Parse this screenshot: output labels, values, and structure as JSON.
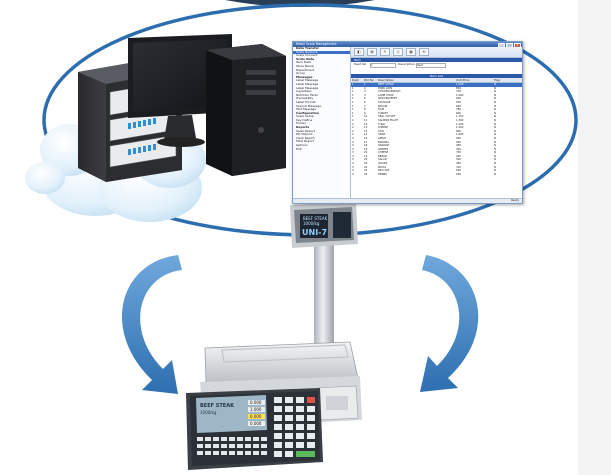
{
  "colors": {
    "ellipse_stroke": "#2c6db0",
    "arrow_fill": "#3d7fbf",
    "window_title": "#2f5fa9",
    "pole": "#cfd3d8",
    "cloud": "#d8ecf8"
  },
  "icons": [
    "server-rack-icon",
    "desktop-monitor-icon",
    "tower-pc-icon",
    "cloud-icon",
    "curved-arrow-left-icon",
    "curved-arrow-right-icon",
    "label-scale-icon"
  ],
  "window": {
    "title": "Retail Scale Management",
    "controls": [
      "_",
      "□",
      "x"
    ],
    "toolbar": [
      "◧",
      "▤",
      "✎",
      "⎙",
      "▦",
      "⟲"
    ],
    "tree": [
      {
        "label": "Data Transfer",
        "type": "group"
      },
      {
        "label": "Scale Network",
        "type": "selected"
      },
      {
        "label": "Scale Connect",
        "type": "item"
      },
      {
        "label": "Scale Data",
        "type": "group"
      },
      {
        "label": "Item Data",
        "type": "item"
      },
      {
        "label": "Store Name",
        "type": "item"
      },
      {
        "label": "Department",
        "type": "item"
      },
      {
        "label": "Group",
        "type": "item"
      },
      {
        "label": "Messages",
        "type": "group"
      },
      {
        "label": "Label Message",
        "type": "item"
      },
      {
        "label": "Label Message",
        "type": "item"
      },
      {
        "label": "Label Message",
        "type": "item"
      },
      {
        "label": "Ingredient",
        "type": "item"
      },
      {
        "label": "Nutrition Facts",
        "type": "item"
      },
      {
        "label": "Traceability",
        "type": "item"
      },
      {
        "label": "Label Format",
        "type": "item"
      },
      {
        "label": "Special Message",
        "type": "item"
      },
      {
        "label": "Text Message",
        "type": "item"
      },
      {
        "label": "Configuration",
        "type": "group"
      },
      {
        "label": "Scale Setup",
        "type": "item"
      },
      {
        "label": "Key Define",
        "type": "item"
      },
      {
        "label": "Printer",
        "type": "item"
      },
      {
        "label": "Reports",
        "type": "group"
      },
      {
        "label": "Sales Report",
        "type": "item"
      },
      {
        "label": "PLU Report",
        "type": "item"
      },
      {
        "label": "Clerk Report",
        "type": "item"
      },
      {
        "label": "Total Report",
        "type": "item"
      },
      {
        "label": "Options",
        "type": "item"
      },
      {
        "label": "Exit",
        "type": "item"
      }
    ],
    "header_bar": "Item",
    "fields": [
      "Dept No",
      "1",
      "Description",
      "Item"
    ],
    "table_title": "Item List",
    "columns": [
      "Dept",
      "PLU No",
      "Description",
      "Unit Price",
      "Flag"
    ],
    "rows": [
      [
        "1",
        "1",
        "BEEF STEAK",
        "1,000",
        "N"
      ],
      [
        "1",
        "2",
        "PORK LOIN",
        "850",
        "N"
      ],
      [
        "1",
        "3",
        "CHICKEN BREAST",
        "720",
        "N"
      ],
      [
        "1",
        "4",
        "LAMB CHOP",
        "1,200",
        "N"
      ],
      [
        "1",
        "5",
        "GROUND BEEF",
        "640",
        "N"
      ],
      [
        "1",
        "6",
        "SAUSAGE",
        "550",
        "N"
      ],
      [
        "1",
        "7",
        "BACON",
        "690",
        "N"
      ],
      [
        "1",
        "8",
        "HAM",
        "780",
        "N"
      ],
      [
        "1",
        "9",
        "TURKEY",
        "600",
        "N"
      ],
      [
        "1",
        "10",
        "VEAL CUTLET",
        "1,150",
        "N"
      ],
      [
        "2",
        "11",
        "SALMON FILLET",
        "1,300",
        "N"
      ],
      [
        "2",
        "12",
        "TUNA",
        "1,100",
        "N"
      ],
      [
        "2",
        "13",
        "SHRIMP",
        "1,400",
        "N"
      ],
      [
        "2",
        "14",
        "COD",
        "900",
        "N"
      ],
      [
        "2",
        "15",
        "CRAB",
        "1,600",
        "N"
      ],
      [
        "3",
        "16",
        "APPLE",
        "300",
        "N"
      ],
      [
        "3",
        "17",
        "BANANA",
        "250",
        "N"
      ],
      [
        "3",
        "18",
        "ORANGE",
        "280",
        "N"
      ],
      [
        "3",
        "19",
        "GRAPES",
        "420",
        "N"
      ],
      [
        "3",
        "20",
        "CHEESE",
        "750",
        "N"
      ],
      [
        "3",
        "21",
        "BREAD",
        "200",
        "N"
      ],
      [
        "3",
        "22",
        "SALAD",
        "350",
        "N"
      ],
      [
        "3",
        "23",
        "OLIVES",
        "460",
        "N"
      ],
      [
        "3",
        "24",
        "PASTA",
        "310",
        "N"
      ],
      [
        "3",
        "25",
        "DELI MIX",
        "520",
        "N"
      ],
      [
        "3",
        "26",
        "HERBS",
        "180",
        "N"
      ]
    ],
    "status": "Ready"
  },
  "scale_display": {
    "line1": "BEEF STEAK",
    "line2": "1000/kg",
    "big": "UNI-7"
  },
  "scale_panel": {
    "line1": "BEEF STEAK",
    "line2": "1000/kg",
    "values": [
      "0.000",
      "1.000",
      "0.000",
      "0.000"
    ]
  }
}
